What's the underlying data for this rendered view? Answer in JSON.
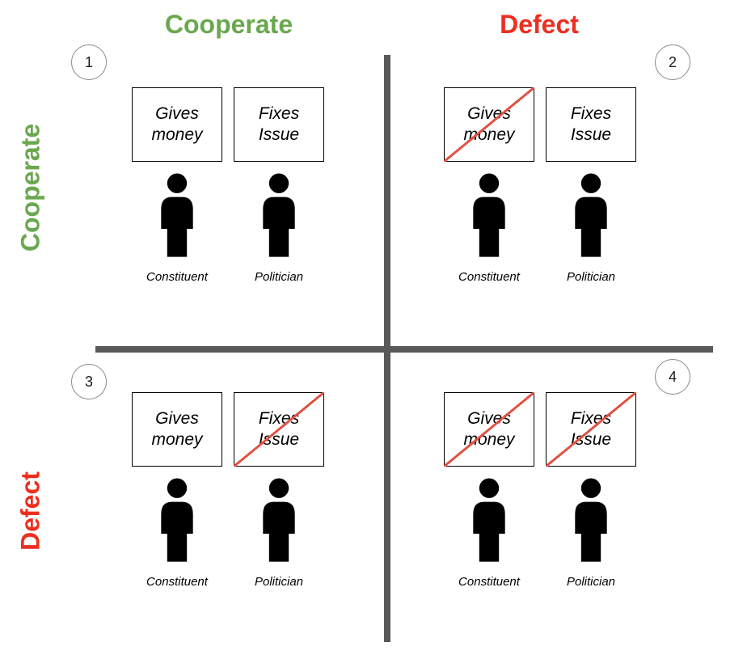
{
  "col_headers": [
    {
      "label": "Cooperate"
    },
    {
      "label": "Defect"
    }
  ],
  "row_headers": [
    {
      "label": "Cooperate"
    },
    {
      "label": "Defect"
    }
  ],
  "quadrants": [
    {
      "number": "1",
      "cells": [
        {
          "action": "Gives money",
          "struck": false,
          "actor": "Constituent"
        },
        {
          "action": "Fixes Issue",
          "struck": false,
          "actor": "Politician"
        }
      ]
    },
    {
      "number": "2",
      "cells": [
        {
          "action": "Gives money",
          "struck": true,
          "actor": "Constituent"
        },
        {
          "action": "Fixes Issue",
          "struck": false,
          "actor": "Politician"
        }
      ]
    },
    {
      "number": "3",
      "cells": [
        {
          "action": "Gives money",
          "struck": false,
          "actor": "Constituent"
        },
        {
          "action": "Fixes Issue",
          "struck": true,
          "actor": "Politician"
        }
      ]
    },
    {
      "number": "4",
      "cells": [
        {
          "action": "Gives money",
          "struck": true,
          "actor": "Constituent"
        },
        {
          "action": "Fixes Issue",
          "struck": true,
          "actor": "Politician"
        }
      ]
    }
  ],
  "colors": {
    "cooperate_green": "#6aa84f",
    "defect_red": "#ee2e1f",
    "divider_gray": "#595959",
    "strike_red": "#e05345"
  }
}
